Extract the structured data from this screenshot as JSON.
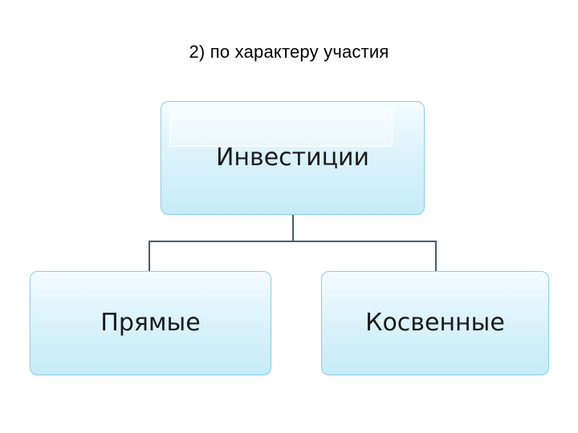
{
  "title": "2) по характеру участия",
  "diagram": {
    "root": {
      "label": "Инвестиции"
    },
    "children": [
      {
        "label": "Прямые"
      },
      {
        "label": "Косвенные"
      }
    ]
  },
  "colors": {
    "box_fill_top": "#f4fcff",
    "box_fill_bottom": "#c4ebf7",
    "box_border": "#8fcfe6",
    "connector": "#3f5e77"
  }
}
